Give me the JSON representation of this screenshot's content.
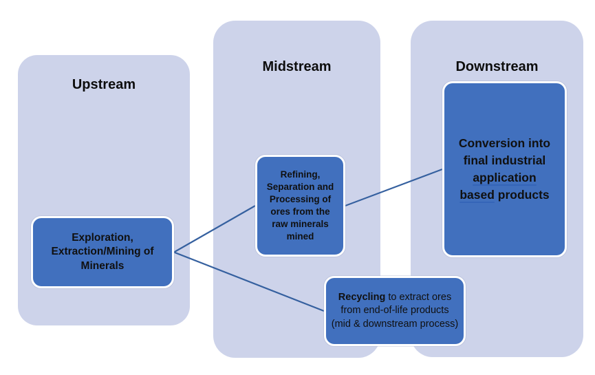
{
  "colors": {
    "panel_fill": "#CDD3EA",
    "node_fill": "#4170BE",
    "node_border": "#FFFFFF",
    "connector": "#35609F",
    "text": "#101010",
    "underline_accent": "#3565B8"
  },
  "stages": {
    "upstream": {
      "label": "Upstream",
      "box": {
        "parts": [
          {
            "text": "Exploration,\nExtraction/Mining of\nMinerals",
            "bold": true
          }
        ]
      }
    },
    "midstream": {
      "label": "Midstream",
      "box": {
        "parts": [
          {
            "text": "Refining,\nSeparation and\nProcessing of\nores from the\nraw minerals\nmined",
            "bold": true
          }
        ]
      }
    },
    "downstream": {
      "label": "Downstream",
      "box": {
        "parts": [
          {
            "text": "Conversion into\nfinal industrial\n",
            "bold": true
          },
          {
            "text": "application",
            "bold": true,
            "underline": true
          },
          {
            "text": "\n",
            "bold": true
          },
          {
            "text": "based",
            "bold": true,
            "underline": true
          },
          {
            "text": " products",
            "bold": true
          }
        ]
      }
    }
  },
  "recycling": {
    "parts": [
      {
        "text": "Recycling",
        "bold": true
      },
      {
        "text": " to extract ores\nfrom end-of-life products\n(mid & downstream process)",
        "bold": false
      }
    ]
  }
}
